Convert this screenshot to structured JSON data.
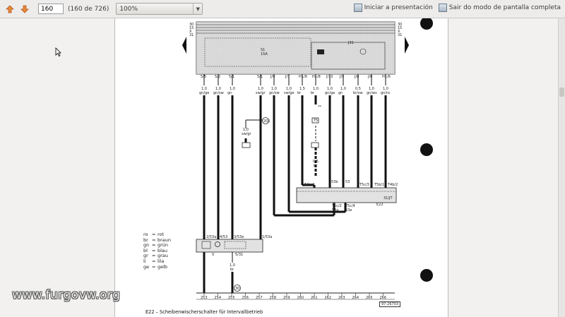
{
  "toolbar": {
    "page_value": "160",
    "page_count": "(160 de 726)",
    "zoom": "100%",
    "presentation_label": "Iniciar a presentación",
    "exit_fullscreen_label": "Sair do modo de pantalla completa"
  },
  "diagram": {
    "top_rails": [
      "30",
      "15",
      "X",
      "31"
    ],
    "relay_label": "J31",
    "relay_label_sub": "S1",
    "relay_label_sub2": "15A",
    "wire_top": [
      {
        "id": "5/5",
        "size": "1,0",
        "color": "gn/ge"
      },
      {
        "id": "5/2",
        "size": "1,0",
        "color": "gn/sw"
      },
      {
        "id": "5/1",
        "size": "1,0",
        "color": "gn"
      },
      {
        "id": "5/1",
        "size": "1,0",
        "color": "sw/gr"
      },
      {
        "id": "J/9",
        "size": "1,0",
        "color": "gn/sw"
      },
      {
        "id": "J/7",
        "size": "1,0",
        "color": "sw/ge"
      },
      {
        "id": "H1/9",
        "size": "1,5",
        "color": "br"
      },
      {
        "id": "H1/8",
        "size": "1,0",
        "color": "br"
      },
      {
        "id": "J/10",
        "size": "1,0",
        "color": "gn/ge"
      },
      {
        "id": "J/5",
        "size": "1,0",
        "color": "gn"
      },
      {
        "id": "J/8",
        "size": "0,5",
        "color": "br/sw"
      },
      {
        "id": "J/6",
        "size": "1,0",
        "color": "gn/ws"
      },
      {
        "id": "H1/6",
        "size": "1,0",
        "color": "gn/ro"
      }
    ],
    "mid_wire": {
      "size": "1,0",
      "color": "sw/gr"
    },
    "br_wire": {
      "size": "0,5",
      "color": "br"
    },
    "component_e22": "E22",
    "component_v": "V",
    "ground_label": "31",
    "v_wire": {
      "size": "1,0",
      "color": "br",
      "id": "5/31"
    },
    "v_pins": [
      "2/53a",
      "4/53",
      "3/53e",
      "1/53a"
    ],
    "e22_pins": [
      "T4b/3",
      "53b",
      "53",
      "T5c/3",
      "T5b/1",
      "T4b/2"
    ],
    "e22_bottom_pins": [
      "T5c/2",
      "53a",
      "T5c/4",
      "53e"
    ],
    "e22_ext": "31/JT",
    "bottom_scale": [
      "253",
      "254",
      "255",
      "256",
      "257",
      "258",
      "259",
      "260",
      "261",
      "262",
      "263",
      "264",
      "265",
      "266"
    ],
    "doc_number": "97-26703",
    "circle_refs": [
      "201",
      "30",
      "T5"
    ],
    "star_label": "**"
  },
  "legend": [
    {
      "k": "ro",
      "v": "rot"
    },
    {
      "k": "br",
      "v": "braun"
    },
    {
      "k": "gn",
      "v": "grün"
    },
    {
      "k": "bl",
      "v": "blau"
    },
    {
      "k": "gr",
      "v": "grau"
    },
    {
      "k": "li",
      "v": "lila"
    },
    {
      "k": "ge",
      "v": "gelb"
    }
  ],
  "caption": "E22  –  Scheibenwischerschalter für Intervallbetrieb",
  "watermark": "www.furgovw.org"
}
